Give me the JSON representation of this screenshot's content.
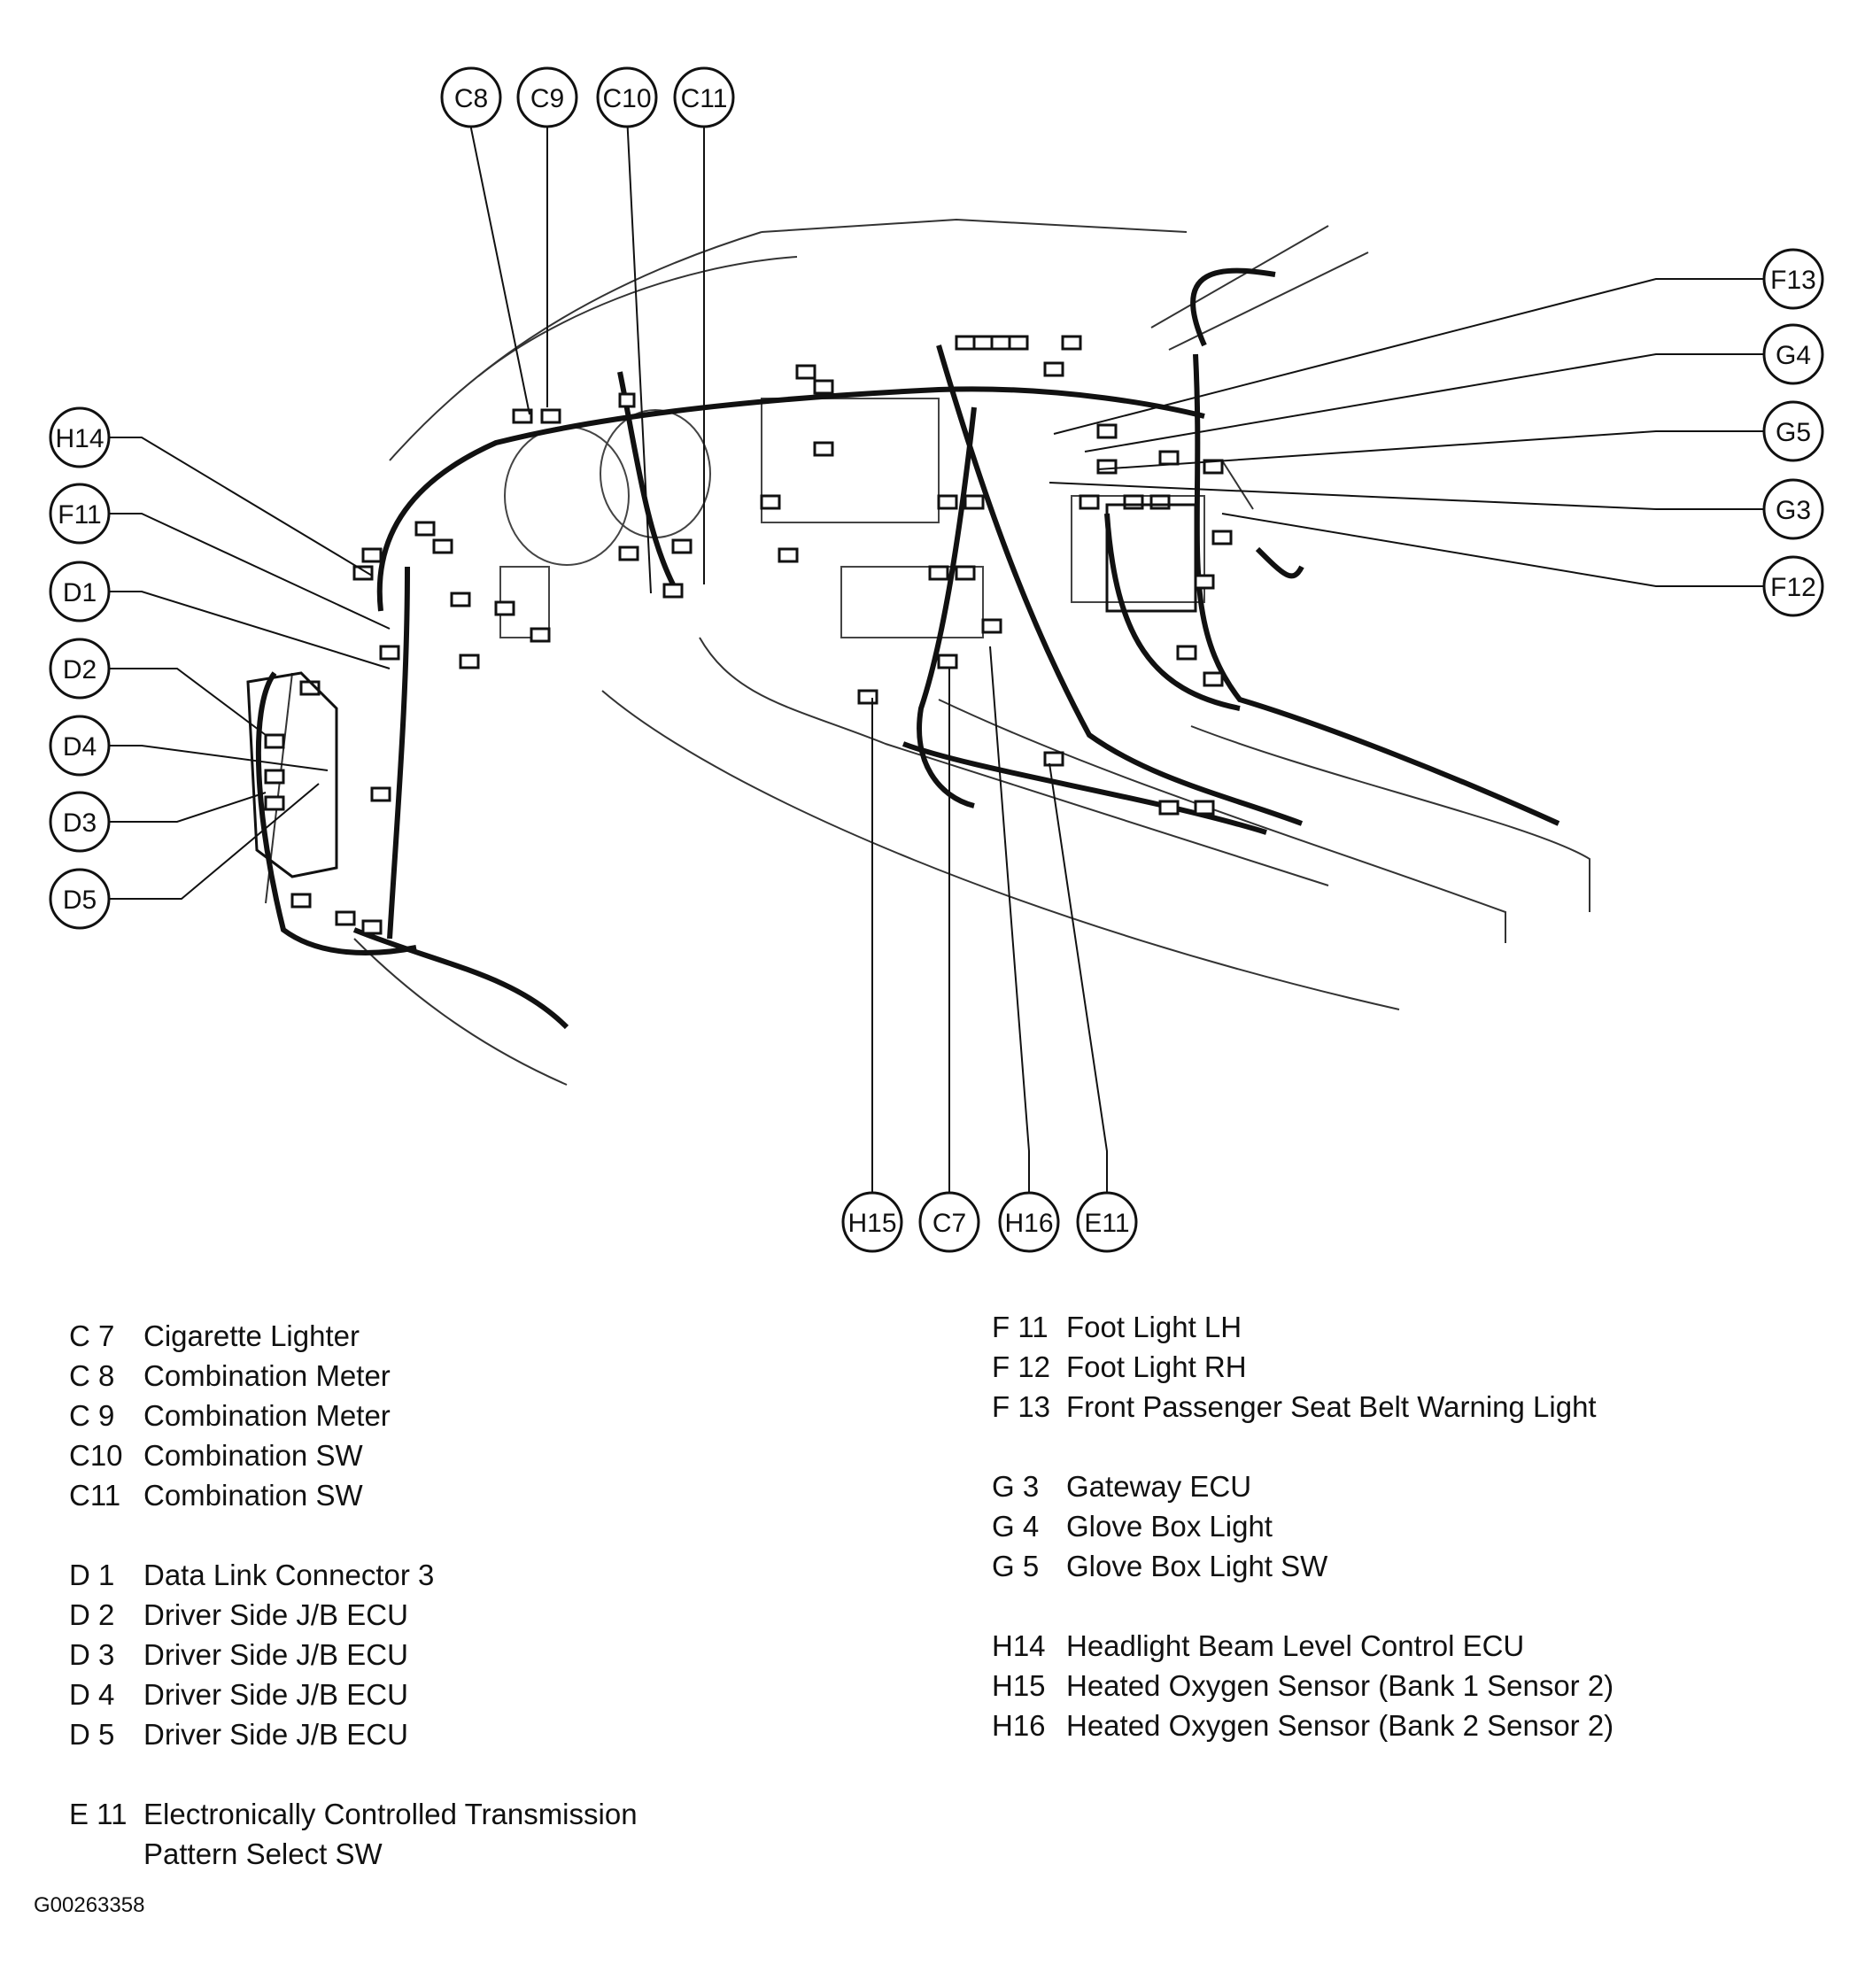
{
  "callouts": [
    "C8",
    "C9",
    "C10",
    "C11",
    "H14",
    "F11",
    "D1",
    "D2",
    "D4",
    "D3",
    "D5",
    "F13",
    "G4",
    "G5",
    "G3",
    "F12",
    "H15",
    "C7",
    "H16",
    "E11"
  ],
  "legend": {
    "left": [
      {
        "code": "C 7",
        "desc": "Cigarette Lighter"
      },
      {
        "code": "C 8",
        "desc": "Combination Meter"
      },
      {
        "code": "C 9",
        "desc": "Combination Meter"
      },
      {
        "code": "C10",
        "desc": "Combination SW"
      },
      {
        "code": "C11",
        "desc": "Combination SW"
      },
      {
        "code": "D 1",
        "desc": "Data Link Connector 3"
      },
      {
        "code": "D 2",
        "desc": "Driver Side J/B ECU"
      },
      {
        "code": "D 3",
        "desc": "Driver Side J/B ECU"
      },
      {
        "code": "D 4",
        "desc": "Driver Side J/B ECU"
      },
      {
        "code": "D 5",
        "desc": "Driver Side J/B ECU"
      },
      {
        "code": "E 11",
        "desc": "Electronically Controlled Transmission",
        "cont": "Pattern Select SW"
      }
    ],
    "right": [
      {
        "code": "F 11",
        "desc": "Foot Light LH"
      },
      {
        "code": "F 12",
        "desc": "Foot Light RH"
      },
      {
        "code": "F 13",
        "desc": "Front Passenger Seat Belt Warning Light"
      },
      {
        "code": "G 3",
        "desc": "Gateway ECU"
      },
      {
        "code": "G 4",
        "desc": "Glove Box Light"
      },
      {
        "code": "G 5",
        "desc": "Glove Box Light SW"
      },
      {
        "code": "H14",
        "desc": "Headlight Beam Level Control ECU"
      },
      {
        "code": "H15",
        "desc": "Heated Oxygen Sensor (Bank 1 Sensor 2)"
      },
      {
        "code": "H16",
        "desc": "Heated Oxygen Sensor (Bank 2 Sensor 2)"
      }
    ]
  },
  "figure_id": "G00263358"
}
